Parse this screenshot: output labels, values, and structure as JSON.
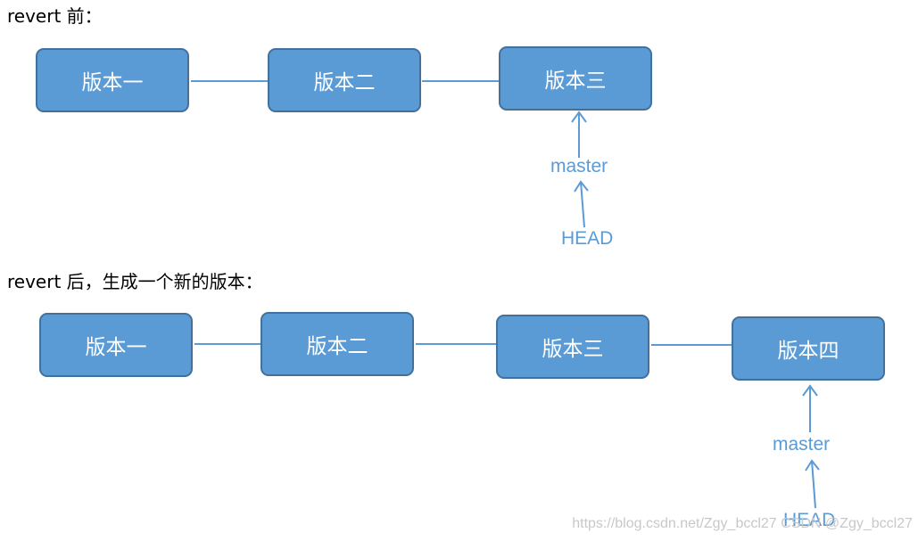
{
  "before": {
    "heading": "revert 前：",
    "versions": [
      "版本一",
      "版本二",
      "版本三"
    ],
    "branch": "master",
    "head": "HEAD"
  },
  "after": {
    "heading": "revert 后，生成一个新的版本：",
    "versions": [
      "版本一",
      "版本二",
      "版本三",
      "版本四"
    ],
    "branch": "master",
    "head": "HEAD"
  },
  "watermark": "https://blog.csdn.net/Zgy_bccl27  CSDN @Zgy_bccl27",
  "colors": {
    "node_fill": "#5b9bd5",
    "node_border": "#41719c",
    "line": "#5b9bd5",
    "text": "#000000"
  }
}
